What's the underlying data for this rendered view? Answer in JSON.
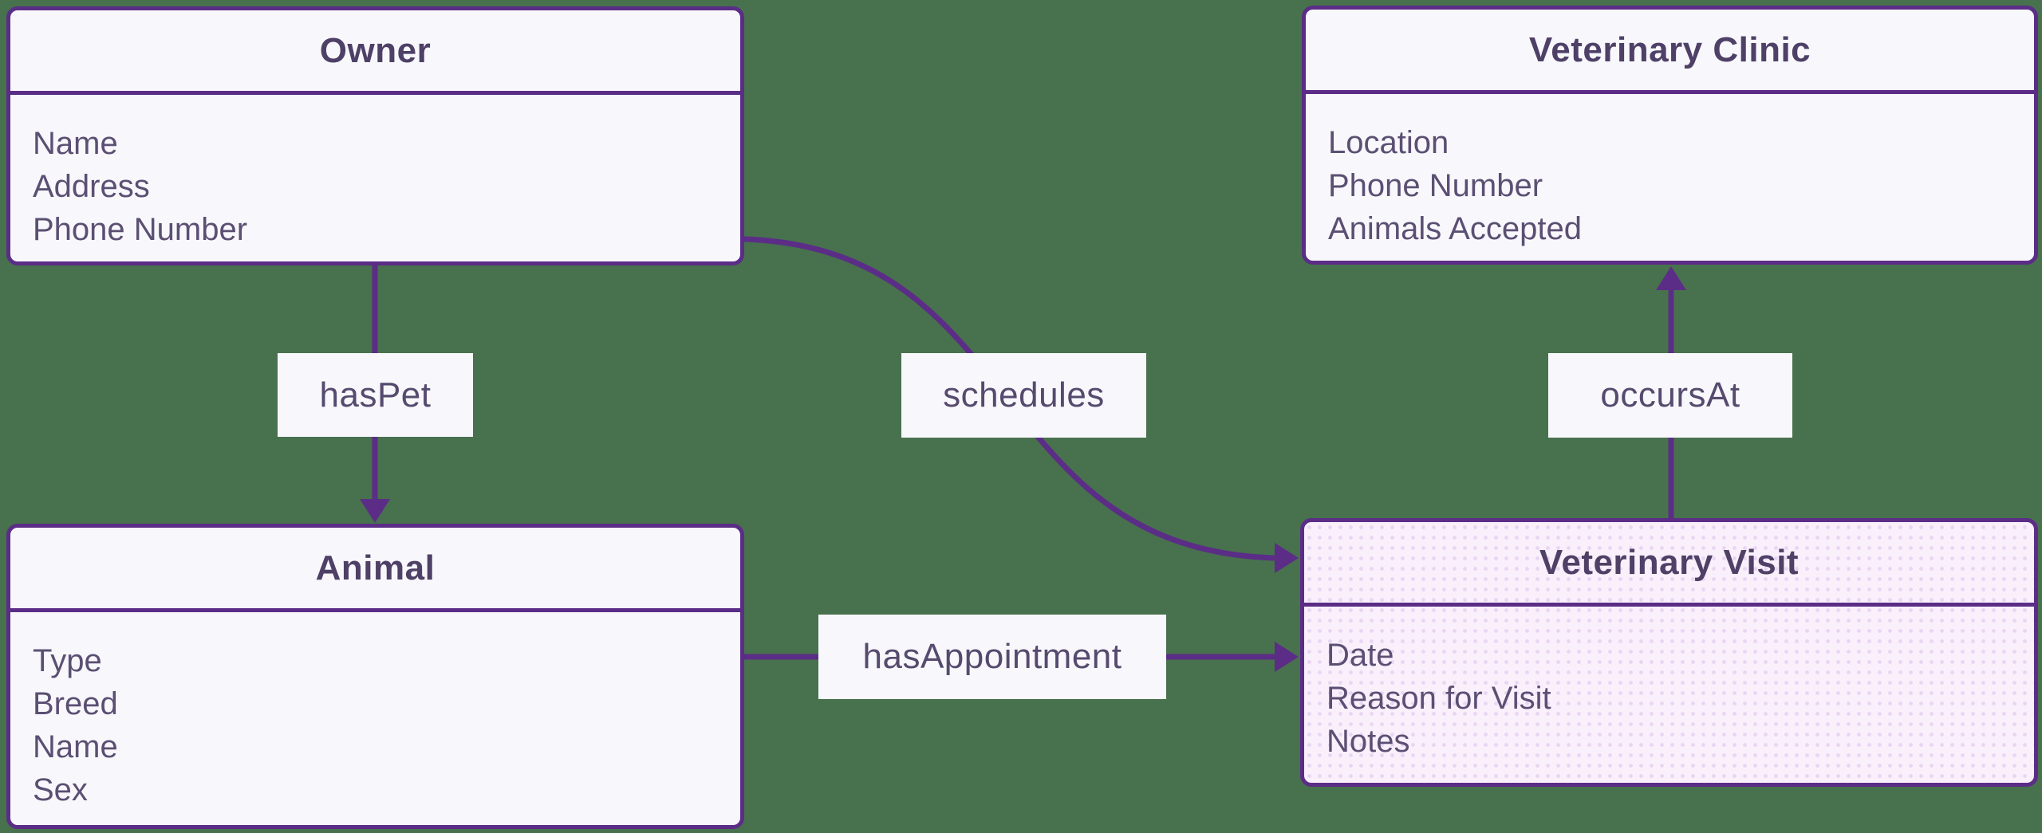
{
  "canvas": {
    "background_color": "#48714e",
    "accent_color": "#5b2d87",
    "entity_background": "#f8f8fc",
    "highlight_entity_background": "#f9f0fc",
    "title_text_color": "#4e4066",
    "attribute_text_color": "#5b4f73"
  },
  "entities": {
    "owner": {
      "title": "Owner",
      "attributes": [
        "Name",
        "Address",
        "Phone Number"
      ]
    },
    "clinic": {
      "title": "Veterinary Clinic",
      "attributes": [
        "Location",
        "Phone Number",
        "Animals Accepted"
      ]
    },
    "animal": {
      "title": "Animal",
      "attributes": [
        "Type",
        "Breed",
        "Name",
        "Sex"
      ]
    },
    "visit": {
      "title": "Veterinary Visit",
      "attributes": [
        "Date",
        "Reason for Visit",
        "Notes"
      ]
    }
  },
  "relationships": {
    "hasPet": {
      "label": "hasPet",
      "from": "Owner",
      "to": "Animal"
    },
    "schedules": {
      "label": "schedules",
      "from": "Owner",
      "to": "Veterinary Visit"
    },
    "occursAt": {
      "label": "occursAt",
      "from": "Veterinary Visit",
      "to": "Veterinary Clinic"
    },
    "hasAppointment": {
      "label": "hasAppointment",
      "from": "Animal",
      "to": "Veterinary Visit"
    }
  }
}
